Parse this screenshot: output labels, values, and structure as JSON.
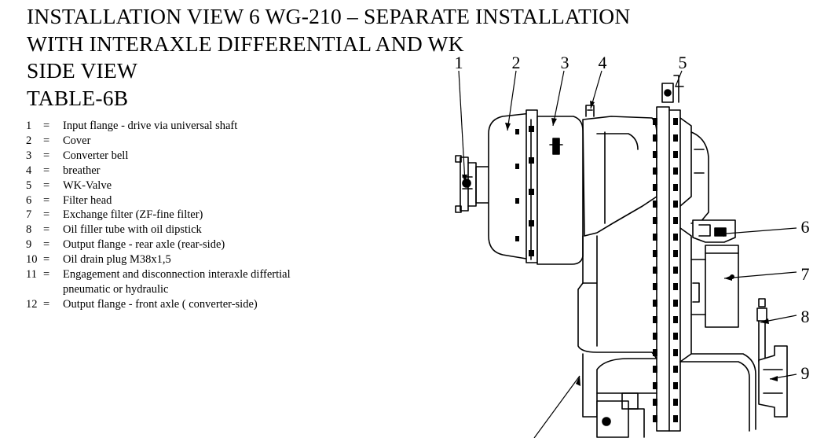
{
  "title": {
    "lines": [
      "INSTALLATION VIEW 6 WG-210 – SEPARATE INSTALLATION",
      "WITH INTERAXLE DIFFERENTIAL AND WK",
      "SIDE VIEW",
      "TABLE-6B"
    ]
  },
  "legend": [
    {
      "num": "1",
      "eq": "=",
      "text": "Input flange - drive via universal shaft"
    },
    {
      "num": "2",
      "eq": "=",
      "text": "Cover"
    },
    {
      "num": "3",
      "eq": "=",
      "text": "Converter bell"
    },
    {
      "num": "4",
      "eq": "=",
      "text": "breather"
    },
    {
      "num": "5",
      "eq": "=",
      "text": "WK-Valve"
    },
    {
      "num": "6",
      "eq": "=",
      "text": "Filter head"
    },
    {
      "num": "7",
      "eq": "=",
      "text": "Exchange filter (ZF-fine filter)"
    },
    {
      "num": "8",
      "eq": "=",
      "text": "Oil filler tube with oil dipstick"
    },
    {
      "num": "9",
      "eq": "=",
      "text": "Output flange - rear axle (rear-side)"
    },
    {
      "num": "10",
      "eq": "=",
      "text": "Oil drain plug M38x1,5"
    },
    {
      "num": "11",
      "eq": "=",
      "text": "Engagement and disconnection interaxle differtial",
      "continuation": "pneumatic or hydraulic"
    },
    {
      "num": "12",
      "eq": "=",
      "text": "Output flange - front axle ( converter-side)"
    }
  ],
  "callouts": {
    "c1": "1",
    "c2": "2",
    "c3": "3",
    "c4": "4",
    "c5": "5",
    "c6": "6",
    "c7": "7",
    "c8": "8",
    "c9": "9"
  }
}
